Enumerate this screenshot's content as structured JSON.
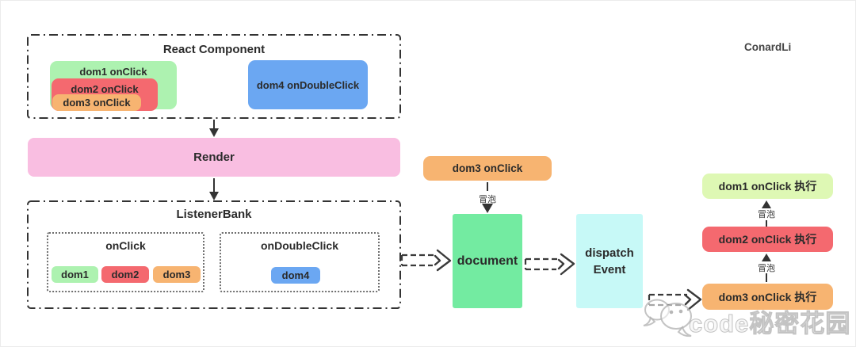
{
  "page": {
    "author": "ConardLi",
    "watermark_text": "code秘密花园"
  },
  "colors": {
    "green": "#ADF2B0",
    "red": "#F4696F",
    "orange": "#F7B471",
    "blue": "#6BA7F2",
    "pink": "#F9BEE1",
    "doc-green": "#73EBA1",
    "cyan": "#C7F9F7",
    "lime": "#DEF8B4",
    "ink": "#2B2B2B"
  },
  "react_component": {
    "title": "React Component",
    "dom1_label": "dom1 onClick",
    "dom2_label": "dom2 onClick",
    "dom3_label": "dom3 onClick",
    "dom4_label": "dom4 onDoubleClick"
  },
  "render_step": {
    "label": "Render"
  },
  "listener_bank": {
    "title": "ListenerBank",
    "on_click": {
      "title": "onClick",
      "items": [
        "dom1",
        "dom2",
        "dom3"
      ]
    },
    "on_double_click": {
      "title": "onDoubleClick",
      "items": [
        "dom4"
      ]
    }
  },
  "event_flow": {
    "source_label": "dom3 onClick",
    "bubble_label": "冒泡",
    "document_label": "document",
    "dispatch_label": "dispatch Event"
  },
  "execution_stack": {
    "dom1_label": "dom1 onClick 执行",
    "dom2_label": "dom2 onClick 执行",
    "dom3_label": "dom3 onClick 执行",
    "bubble_label": "冒泡"
  }
}
